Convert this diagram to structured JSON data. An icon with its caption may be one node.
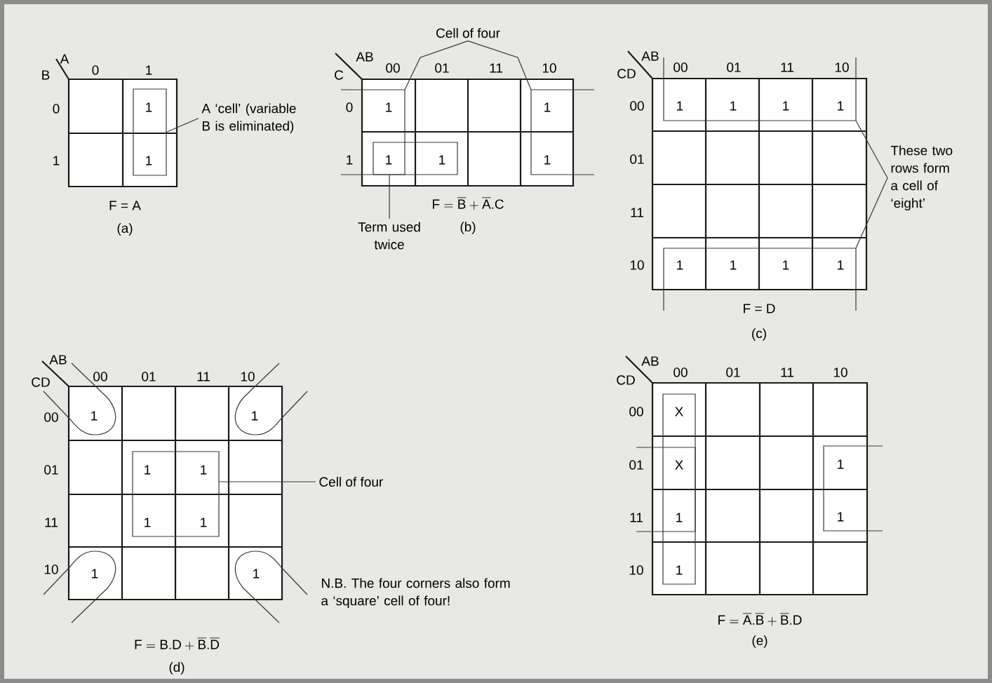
{
  "diagram": {
    "nodes": [
      {
        "text": [
          "A ‘cell’ (variable B is eliminated)"
        ]
      },
      {
        "text": [],
        "shape": "box"
      },
      {
        "text": [
          "Cell of four"
        ]
      },
      {
        "text": [],
        "shape": "box"
      },
      {
        "text": [],
        "shape": "box"
      },
      {
        "text": [],
        "shape": "box"
      },
      {
        "text": [
          "Term used twice"
        ]
      },
      {
        "text": [
          "These two rows form a cell of ‘eight’"
        ]
      },
      {
        "text": [],
        "shape": "box"
      },
      {
        "text": [],
        "shape": "box"
      },
      {
        "text": [
          "Cell of four"
        ]
      },
      {
        "text": [],
        "shape": "box"
      }
    ],
    "edges": [
      {
        "from": 0,
        "to": 1,
        "arrow": "none"
      },
      {
        "from": 2,
        "to": 3,
        "arrow": "none"
      },
      {
        "from": 2,
        "to": 4,
        "arrow": "none"
      },
      {
        "from": 6,
        "to": 5,
        "arrow": "none"
      },
      {
        "from": 7,
        "to": 8,
        "arrow": "none"
      },
      {
        "from": 7,
        "to": 9,
        "arrow": "none"
      },
      {
        "from": 10,
        "to": 11,
        "arrow": "none"
      }
    ],
    "labels": [
      "A",
      "B",
      "0",
      "1",
      "0",
      "1",
      "1",
      "1",
      "F = A",
      "(a)",
      "AB",
      "C",
      "00",
      "01",
      "11",
      "10",
      "0",
      "1",
      "1",
      "1",
      "1",
      "1",
      "1",
      "\\mathsf{F} = \\overline{\\mathsf{B}} + \\overline{\\mathsf{A}}.\\mathsf{C}",
      "(b)",
      "AB",
      "CD",
      "00",
      "01",
      "11",
      "10",
      "00",
      "1",
      "1",
      "1",
      "1",
      "01",
      "11",
      "10",
      "1",
      "1",
      "1",
      "1",
      "F = D",
      "(c)",
      "AB",
      "CD",
      "00",
      "01",
      "11",
      "10",
      "00",
      "1",
      "1",
      "01",
      "1",
      "1",
      "11",
      "1",
      "1",
      "10",
      "1",
      "1",
      "N.B. The four corners also form a ‘square’ cell of four!",
      "\\mathsf{F} = \\mathsf{B}.\\mathsf{D} + \\overline{\\mathsf{B}}.\\overline{\\mathsf{D}}",
      "(d)",
      "AB",
      "CD",
      "00",
      "01",
      "11",
      "10",
      "00",
      "X",
      "01",
      "X",
      "1",
      "11",
      "1",
      "1",
      "10",
      "1",
      "\\mathsf{F} = \\overline{\\mathsf{A}}.\\overline{\\mathsf{B}} + \\overline{\\mathsf{B}}.\\mathsf{D}",
      "(e)"
    ]
  }
}
